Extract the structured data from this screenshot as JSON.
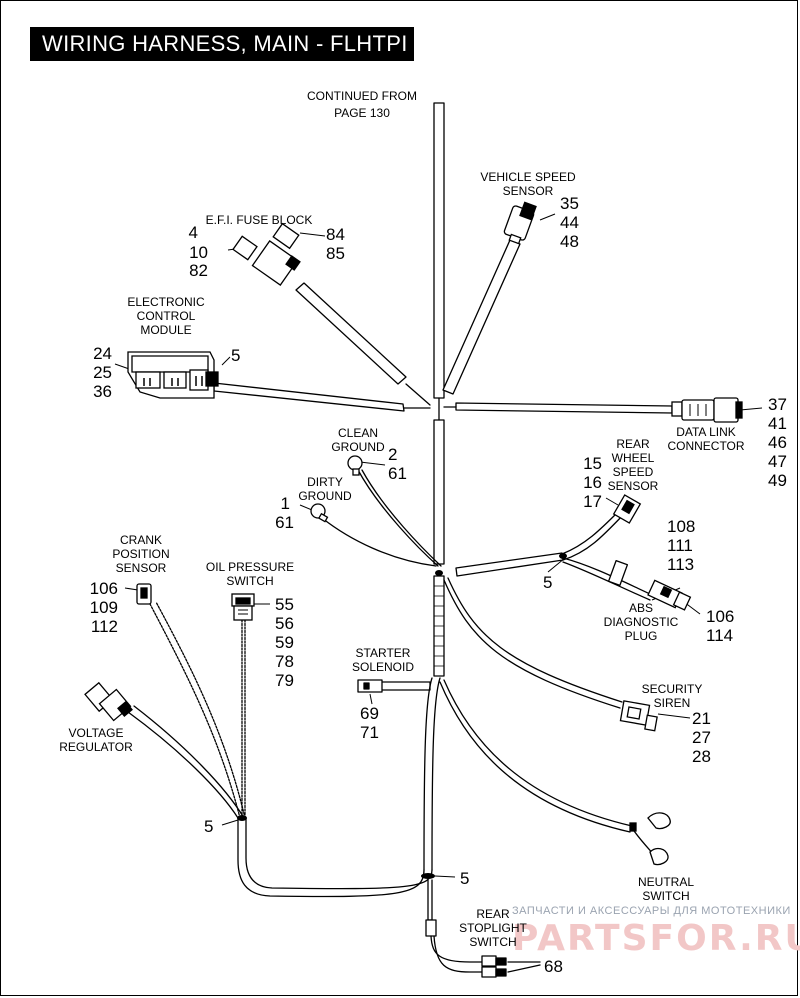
{
  "title": "WIRING HARNESS, MAIN - FLHTPI",
  "labels": {
    "continued": [
      "CONTINUED FROM",
      "PAGE 130"
    ],
    "vss": [
      "VEHICLE SPEED",
      "SENSOR"
    ],
    "efi": [
      "E.F.I. FUSE BLOCK"
    ],
    "ecm": [
      "ELECTRONIC",
      "CONTROL",
      "MODULE"
    ],
    "dlc": [
      "DATA LINK",
      "CONNECTOR"
    ],
    "clean": [
      "CLEAN",
      "GROUND"
    ],
    "dirty": [
      "DIRTY",
      "GROUND"
    ],
    "rwss": [
      "REAR",
      "WHEEL",
      "SPEED",
      "SENSOR"
    ],
    "crank": [
      "CRANK",
      "POSITION",
      "SENSOR"
    ],
    "oil": [
      "OIL PRESSURE",
      "SWITCH"
    ],
    "abs": [
      "ABS",
      "DIAGNOSTIC",
      "PLUG"
    ],
    "starter": [
      "STARTER",
      "SOLENOID"
    ],
    "siren": [
      "SECURITY",
      "SIREN"
    ],
    "vreg": [
      "VOLTAGE",
      "REGULATOR"
    ],
    "neutral": [
      "NEUTRAL",
      "SWITCH"
    ],
    "stop": [
      "REAR",
      "STOPLIGHT",
      "SWITCH"
    ]
  },
  "numbers": {
    "vss": [
      "35",
      "44",
      "48"
    ],
    "efi_left": [
      "4",
      "10",
      "82"
    ],
    "efi_right": [
      "84",
      "85"
    ],
    "ecm": [
      "24",
      "25",
      "36"
    ],
    "ecm_strap": "5",
    "dlc": [
      "37",
      "41",
      "46",
      "47",
      "49"
    ],
    "clean": [
      "2",
      "61"
    ],
    "dirty": [
      "1",
      "61"
    ],
    "rwss": [
      "15",
      "16",
      "17"
    ],
    "strap_rwss": "5",
    "abs_top": [
      "108",
      "111",
      "113"
    ],
    "abs_bottom": [
      "106",
      "114"
    ],
    "crank": [
      "106",
      "109",
      "112"
    ],
    "oil": [
      "55",
      "56",
      "59",
      "78",
      "79"
    ],
    "starter": [
      "69",
      "71"
    ],
    "siren": [
      "21",
      "27",
      "28"
    ],
    "strap_left": "5",
    "strap_main": "5",
    "stop": "68"
  },
  "watermark": {
    "text": "ЗАПЧАСТИ И АКСЕССУАРЫ ДЛЯ МОТОТЕХНИКИ",
    "logo": "PARTSFOR.RU"
  }
}
